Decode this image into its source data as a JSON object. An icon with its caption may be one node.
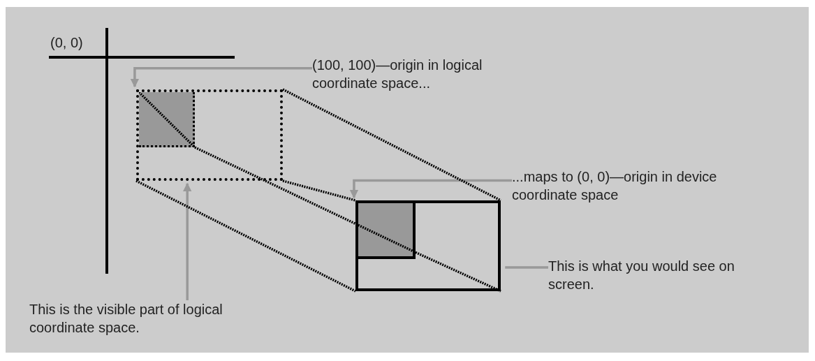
{
  "diagram": {
    "nodes": [
      {
        "text": [
          "(100, 100)—origin in logical coordinate space..."
        ]
      },
      {
        "text": [],
        "shape": "box"
      },
      {
        "text": [
          "...maps to (0, 0)—origin in device coordinate space"
        ]
      },
      {
        "text": [],
        "shape": "box"
      },
      {
        "text": [
          "This is what you would see on screen."
        ]
      },
      {
        "text": [
          "This is the visible part of logical coordinate space."
        ]
      },
      {
        "text": [],
        "shape": "box",
        "in": 1
      },
      {
        "text": [],
        "shape": "box",
        "in": 3
      }
    ],
    "edges": [
      {
        "from": 0,
        "to": 1,
        "arrow": "to",
        "color": "#999999"
      },
      {
        "from": 2,
        "to": 3,
        "arrow": "to",
        "color": "#999999"
      },
      {
        "from": 4,
        "to": 3,
        "arrow": "none",
        "color": "#999999"
      },
      {
        "from": 5,
        "to": 1,
        "arrow": "to",
        "color": "#999999"
      },
      {
        "from": 1,
        "to": 3,
        "arrow": "none",
        "style": "dashed",
        "color": "#000000"
      },
      {
        "from": 1,
        "to": 3,
        "arrow": "none",
        "style": "dashed",
        "color": "#000000"
      },
      {
        "from": 1,
        "to": 3,
        "arrow": "none",
        "style": "dashed",
        "color": "#000000"
      },
      {
        "from": 6,
        "to": 7,
        "arrow": "none",
        "style": "dashed",
        "color": "#000000"
      },
      {
        "from": 7,
        "to": 3,
        "arrow": "none",
        "style": "dashed",
        "color": "#000000"
      }
    ],
    "labels": [
      "(0, 0)"
    ]
  }
}
